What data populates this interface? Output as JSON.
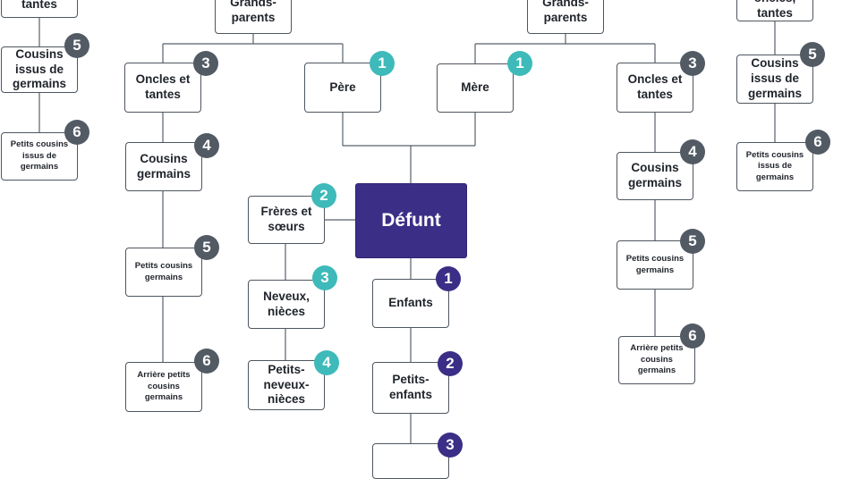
{
  "colors": {
    "gray_badge": "#525a64",
    "teal_badge": "#3dbab9",
    "purple_badge": "#3b2e87",
    "main_box": "#3b2e87"
  },
  "defunt": "Défunt",
  "left_far": {
    "tantes": "tantes",
    "cousins_issus": "Cousins\nissus de\ngermains",
    "cousins_issus_badge": "5",
    "petits_cousins_issus": "Petits cousins\nissus de\ngermains",
    "petits_cousins_issus_badge": "6"
  },
  "paternal": {
    "grands_parents": "Grands-\nparents",
    "pere": "Père",
    "pere_badge": "1",
    "oncles": "Oncles et\ntantes",
    "oncles_badge": "3",
    "cousins": "Cousins\ngermains",
    "cousins_badge": "4",
    "petits_cousins": "Petits cousins\ngermains",
    "petits_cousins_badge": "5",
    "arriere": "Arrière petits\ncousins\ngermains",
    "arriere_badge": "6"
  },
  "siblings": {
    "freres": "Frères et\nsœurs",
    "freres_badge": "2",
    "neveux": "Neveux,\nnièces",
    "neveux_badge": "3",
    "petits_neveux": "Petits-\nneveux-\nnièces",
    "petits_neveux_badge": "4"
  },
  "descendants": {
    "enfants": "Enfants",
    "enfants_badge": "1",
    "petits_enfants": "Petits-\nenfants",
    "petits_enfants_badge": "2",
    "next_badge": "3"
  },
  "maternal": {
    "grands_parents": "Grands-\nparents",
    "mere": "Mère",
    "mere_badge": "1",
    "oncles": "Oncles et\ntantes",
    "oncles_badge": "3",
    "cousins": "Cousins\ngermains",
    "cousins_badge": "4",
    "petits_cousins": "Petits cousins\ngermains",
    "petits_cousins_badge": "5",
    "arriere": "Arrière petits\ncousins\ngermains",
    "arriere_badge": "6"
  },
  "right_far": {
    "oncles": "oncles,\ntantes",
    "cousins_issus": "Cousins\nissus de\ngermains",
    "cousins_issus_badge": "5",
    "petits_cousins_issus": "Petits cousins\nissus de\ngermains",
    "petits_cousins_issus_badge": "6"
  }
}
